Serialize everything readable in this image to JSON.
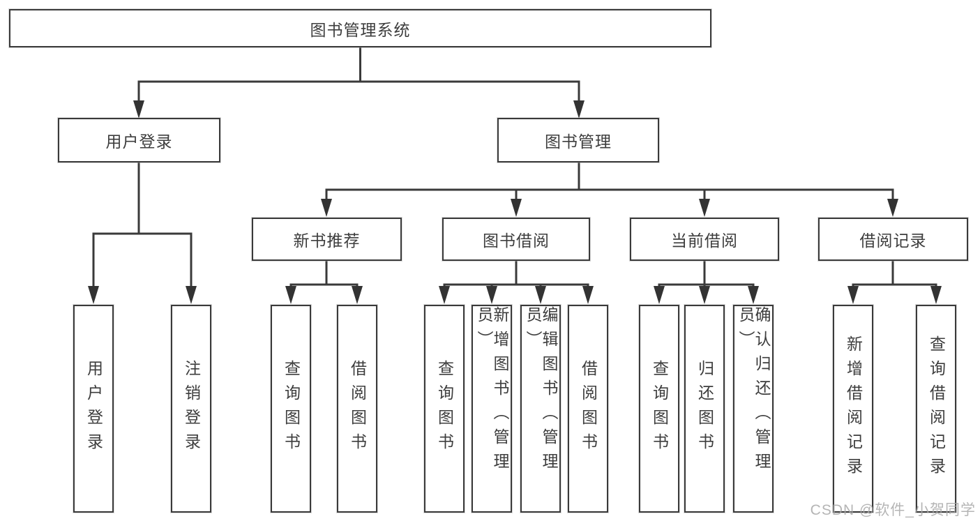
{
  "diagram": {
    "root": {
      "label": "图书管理系统"
    },
    "level2": [
      {
        "label": "用户登录"
      },
      {
        "label": "图书管理"
      }
    ],
    "level3": [
      {
        "label": "新书推荐",
        "parent": "图书管理"
      },
      {
        "label": "图书借阅",
        "parent": "图书管理"
      },
      {
        "label": "当前借阅",
        "parent": "图书管理"
      },
      {
        "label": "借阅记录",
        "parent": "图书管理"
      }
    ],
    "leaves": [
      {
        "label": "用户登录",
        "parent": "用户登录"
      },
      {
        "label": "注销登录",
        "parent": "用户登录"
      },
      {
        "label": "查询图书",
        "parent": "新书推荐"
      },
      {
        "label": "借阅图书",
        "parent": "新书推荐"
      },
      {
        "label": "查询图书",
        "parent": "图书借阅"
      },
      {
        "label": "新增图书（管理员）",
        "parent": "图书借阅"
      },
      {
        "label": "编辑图书（管理员）",
        "parent": "图书借阅"
      },
      {
        "label": "借阅图书",
        "parent": "图书借阅"
      },
      {
        "label": "查询图书",
        "parent": "当前借阅"
      },
      {
        "label": "归还图书",
        "parent": "当前借阅"
      },
      {
        "label": "确认归还（管理员）",
        "parent": "当前借阅"
      },
      {
        "label": "新增借阅记录",
        "parent": "借阅记录"
      },
      {
        "label": "查询借阅记录",
        "parent": "借阅记录"
      }
    ]
  },
  "watermark": {
    "text": "CSDN @软件_小贺同学"
  },
  "colors": {
    "line": "#3a3a3a",
    "text": "#3d3d3d",
    "watermark": "#a8a8a8",
    "background": "#ffffff"
  }
}
